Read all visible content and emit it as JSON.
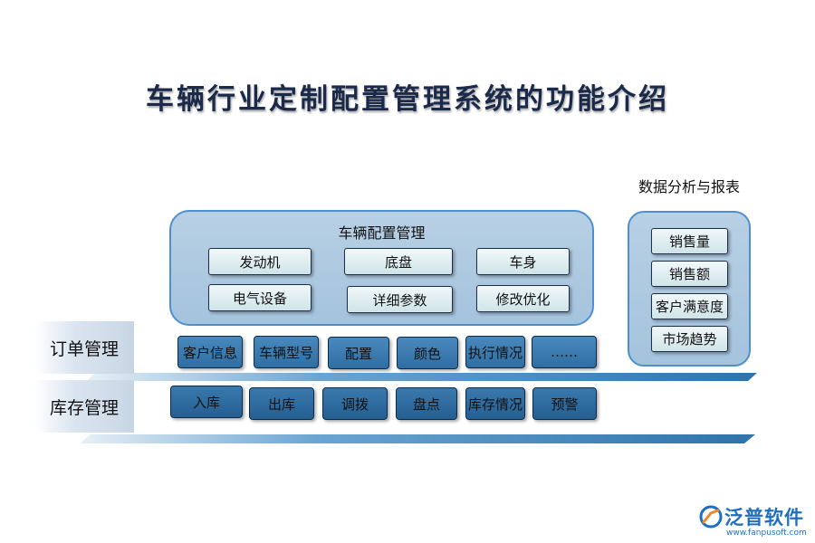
{
  "title": "车辆行业定制配置管理系统的功能介绍",
  "vehicle_config": {
    "title": "车辆配置管理",
    "items": [
      "发动机",
      "底盘",
      "车身",
      "电气设备",
      "详细参数",
      "修改优化"
    ]
  },
  "order_management": {
    "label": "订单管理",
    "items": [
      "客户信息",
      "车辆型号",
      "配置",
      "颜色",
      "执行情况",
      "……"
    ]
  },
  "inventory_management": {
    "label": "库存管理",
    "items": [
      "入库",
      "出库",
      "调拨",
      "盘点",
      "库存情况",
      "预警"
    ]
  },
  "analytics": {
    "title": "数据分析与报表",
    "items": [
      "销售量",
      "销售额",
      "客户满意度",
      "市场趋势"
    ]
  },
  "brand": {
    "name": "泛普软件",
    "url": "www.fanpusoft.com",
    "watermark": "泛普软件"
  },
  "colors": {
    "panel": "#a8c6de",
    "panel_border": "#4f8fd0",
    "tile": "#3b7bb0",
    "platform": "#2d6fa5",
    "brand": "#1f6fc0"
  }
}
